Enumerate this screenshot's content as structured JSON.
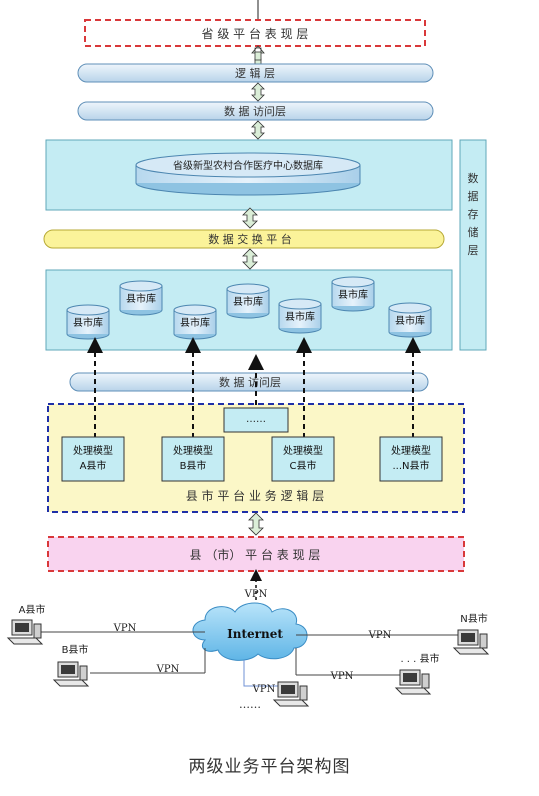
{
  "layers": {
    "province_presentation": "省 级 平 台   表 现 层",
    "logic": "逻 辑 层",
    "data_access_top": "数 据 访问层",
    "province_db": "省级新型农村合作医疗中心数据库",
    "data_exchange": "数 据 交 换 平 台",
    "data_storage": "数据存储层",
    "data_access_bottom": "数 据   访问层",
    "county_business_logic": "县  市  平  台  业  务 逻 辑 层",
    "county_presentation": "县   （市）  平     台     表     现     层"
  },
  "county_dbs": [
    "县市库",
    "县市库",
    "县市库",
    "县市库",
    "县市库",
    "县市库",
    "县市库"
  ],
  "ellipsis_box": "……",
  "process_models": [
    {
      "line1": "处理模型",
      "line2": "A县市"
    },
    {
      "line1": "处理模型",
      "line2": "B县市"
    },
    {
      "line1": "处理模型",
      "line2": "C县市"
    },
    {
      "line1": "处理模型",
      "line2": "...N县市"
    }
  ],
  "network": {
    "vpn_top": "VPN",
    "internet": "Internet",
    "clients": {
      "a": "A县市",
      "b": "B县市",
      "n": "N县市",
      "more": ". . . 县市"
    },
    "vpn_a": "VPN",
    "vpn_b": "VPN",
    "vpn_n": "VPN",
    "vpn_more": "VPN",
    "vpn_bottom": "VPN",
    "dots": "……"
  },
  "caption": "两级业务平台架构图",
  "colors": {
    "red_dashed": "#d9383a",
    "blue_dashed": "#1e2fa8",
    "capsule_fill": "#dbeaf5",
    "capsule_stroke": "#5f8fb8",
    "storage_fill": "#c4ecf3",
    "exchange_fill": "#fbf39a",
    "business_fill": "#fbf7c7",
    "presentation_fill": "#f9d3ef",
    "cloud_fill": "#8fcdef"
  }
}
